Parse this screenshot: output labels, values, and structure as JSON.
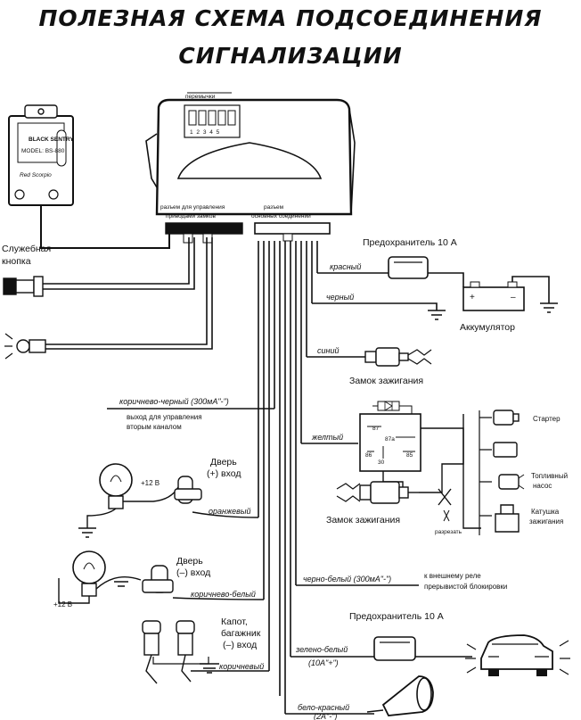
{
  "title": {
    "line1": "ПОЛЕЗНАЯ СХЕМА ПОДСОЕДИНЕНИЯ",
    "line2": "СИГНАЛИЗАЦИИ"
  },
  "remote": {
    "brand": "BLACK SENTRY",
    "model": "MODEL: BS-880",
    "logo": "Red Scorpio"
  },
  "unit": {
    "jumper": "перемычки",
    "dip_numbers": "1 2 3 4 5",
    "conn_lock_1": "разъем для управления",
    "conn_lock_2": "приводами замков",
    "conn_main_1": "разъем",
    "conn_main_2": "основных соединений"
  },
  "components": {
    "service_button_1": "Служебная",
    "service_button_2": "кнопка",
    "fuse_top": "Предохранитель 10 А",
    "battery": "Аккумулятор",
    "ignition_lock": "Замок зажигания",
    "ignition_lock_2": "Замок зажигания",
    "starter": "Стартер",
    "fuel_pump_1": "Топливный",
    "fuel_pump_2": "насос",
    "coil_1": "Катушка",
    "coil_2": "зажигания",
    "cut": "разрезать",
    "door_plus_1": "Дверь",
    "door_plus_2": "(+) вход",
    "door_minus_1": "Дверь",
    "door_minus_2": "(–) вход",
    "hood_1": "Капот,",
    "hood_2": "багажник",
    "hood_3": "(–) вход",
    "plus12_a": "+12 В",
    "plus12_b": "+12 В",
    "fuse_bottom": "Предохранитель 10 А",
    "ext_relay_1": "к внешнему реле",
    "ext_relay_2": "прерывистой блокировки",
    "second_channel_1": "выход для управления",
    "second_channel_2": "вторым каналом"
  },
  "relay": {
    "p87": "87",
    "p87a": "87a",
    "p86": "86",
    "p30": "30",
    "p85": "85"
  },
  "wires": {
    "red": "красный",
    "black": "черный",
    "blue": "синий",
    "brown_black": "коричнево-черный (300мА\"-\")",
    "yellow": "желтый",
    "orange": "оранжевый",
    "brown_white": "коричнево-белый",
    "brown": "коричневый",
    "black_white": "черно-белый (300мА\"-\")",
    "green_white": "зелено-белый",
    "green_white_2": "(10А\"+\")",
    "white_red": "бело-красный",
    "white_red_2": "(2А\"-\")"
  },
  "colors": {
    "ink": "#111111",
    "paper": "#ffffff"
  }
}
